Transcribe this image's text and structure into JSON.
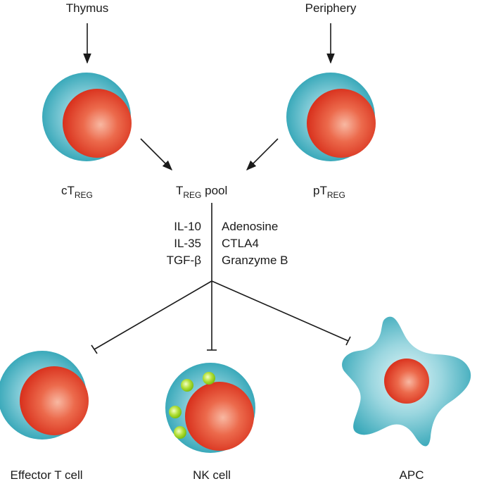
{
  "sources": {
    "thymus": "Thymus",
    "periphery": "Periphery"
  },
  "cells": {
    "ctreg": {
      "main": "cT",
      "sub": "REG"
    },
    "ptreg": {
      "main": "pT",
      "sub": "REG"
    },
    "pool": {
      "main": "T",
      "sub": "REG",
      "suffix": " pool"
    }
  },
  "factors": {
    "left": [
      "IL-10",
      "IL-35",
      "TGF-β"
    ],
    "right": [
      "Adenosine",
      "CTLA4",
      "Granzyme B"
    ]
  },
  "targets": {
    "effector": "Effector T cell",
    "nk": "NK cell",
    "apc": "APC"
  },
  "colors": {
    "cytoplasm": "#45b4c4",
    "cytoplasm_light": "#d2eef2",
    "nucleus": "#e03a23",
    "nucleus_light": "#f8a890",
    "granule": "#9bd11a",
    "line": "#1a1a1a"
  }
}
